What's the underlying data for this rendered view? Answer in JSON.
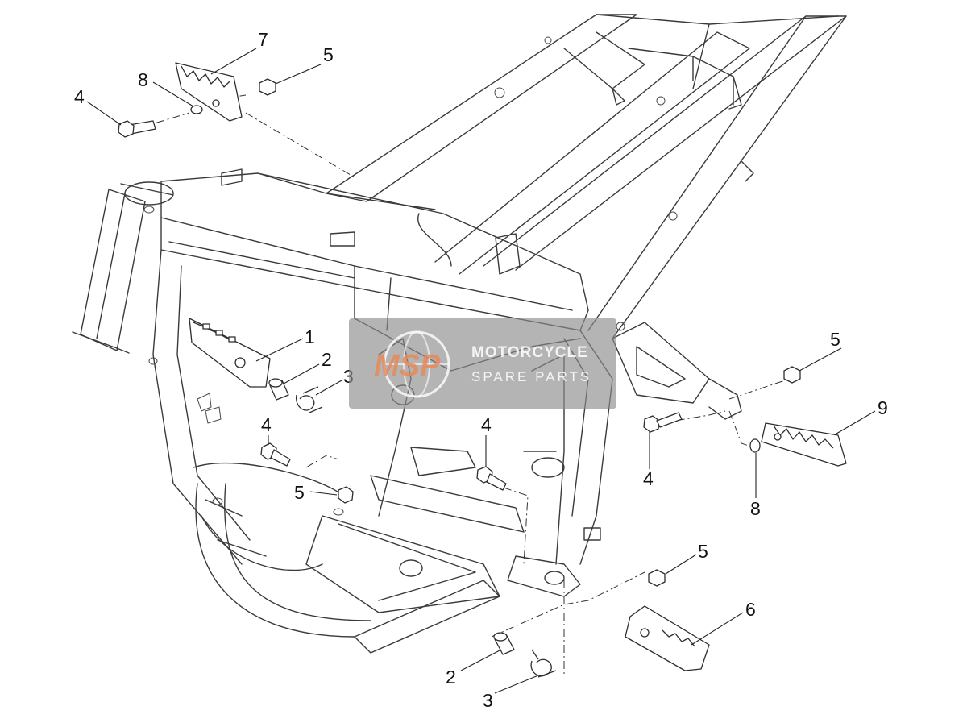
{
  "diagram": {
    "callouts": {
      "c1": "1",
      "c2a": "2",
      "c2b": "2",
      "c3a": "3",
      "c3b": "3",
      "c4a": "4",
      "c4b": "4",
      "c4c": "4",
      "c4d": "4",
      "c5a": "5",
      "c5b": "5",
      "c5c": "5",
      "c5d": "5",
      "c6": "6",
      "c7": "7",
      "c8a": "8",
      "c8b": "8",
      "c9": "9"
    },
    "line_color": "#3a3a3a"
  },
  "watermark": {
    "logo": "MSP",
    "line1": "MOTORCYCLE",
    "line2": "SPARE PARTS",
    "bg_color": "#8c8c8c",
    "logo_color": "#e58b5c"
  }
}
